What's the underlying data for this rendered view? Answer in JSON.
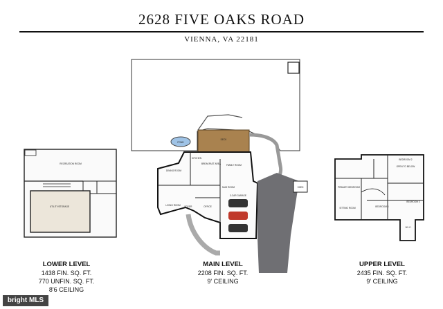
{
  "header": {
    "address": "2628 FIVE OAKS ROAD",
    "city": "VIENNA, VA 22181"
  },
  "levels": [
    {
      "name": "LOWER LEVEL",
      "line1": "1438 FIN. SQ. FT.",
      "line2": "770 UNFIN. SQ. FT.",
      "line3": "8'6 CEILING"
    },
    {
      "name": "MAIN LEVEL",
      "line1": "2208 FIN. SQ. FT.",
      "line2": "9' CEILING"
    },
    {
      "name": "UPPER LEVEL",
      "line1": "2435 FIN. SQ. FT.",
      "line2": "9' CEILING"
    }
  ],
  "rooms": {
    "lower": [
      "RECREATION ROOM",
      "UTILITY/STORAGE"
    ],
    "main": [
      "DECK",
      "POND",
      "KITCHEN",
      "BREAKFAST AREA",
      "FAMILY ROOM",
      "DINING ROOM",
      "LIVING ROOM",
      "FOYER",
      "OFFICE",
      "MUD ROOM",
      "3-CAR GARAGE",
      "SHED"
    ],
    "upper": [
      "BEDROOM 2",
      "OPEN TO BELOW",
      "PRIMARY BEDROOM",
      "SITTING ROOM",
      "BEDROOM 4",
      "BEDROOM 3",
      "W.I.C."
    ]
  },
  "watermark": "bright MLS",
  "colors": {
    "deck": "#a9824f",
    "driveway": "#6f6f73",
    "pond": "#9fc3e6",
    "car_red": "#c0392b",
    "car_dark": "#333333"
  }
}
